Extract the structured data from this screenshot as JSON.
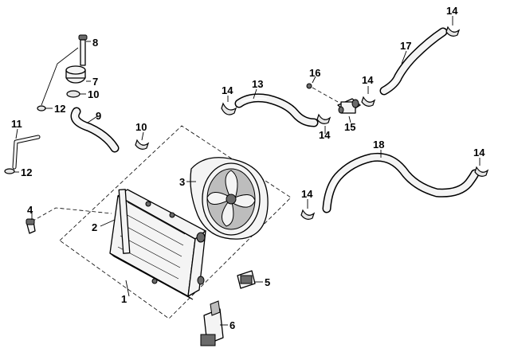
{
  "callouts": {
    "c1": "1",
    "c2": "2",
    "c3": "3",
    "c4": "4",
    "c5": "5",
    "c6": "6",
    "c7": "7",
    "c8": "8",
    "c9": "9",
    "c10a": "10",
    "c10b": "10",
    "c11": "11",
    "c12a": "12",
    "c12b": "12",
    "c13": "13",
    "c14a": "14",
    "c14b": "14",
    "c14c": "14",
    "c14d": "14",
    "c14e": "14",
    "c14f": "14",
    "c15": "15",
    "c16": "16",
    "c17": "17",
    "c18": "18"
  }
}
